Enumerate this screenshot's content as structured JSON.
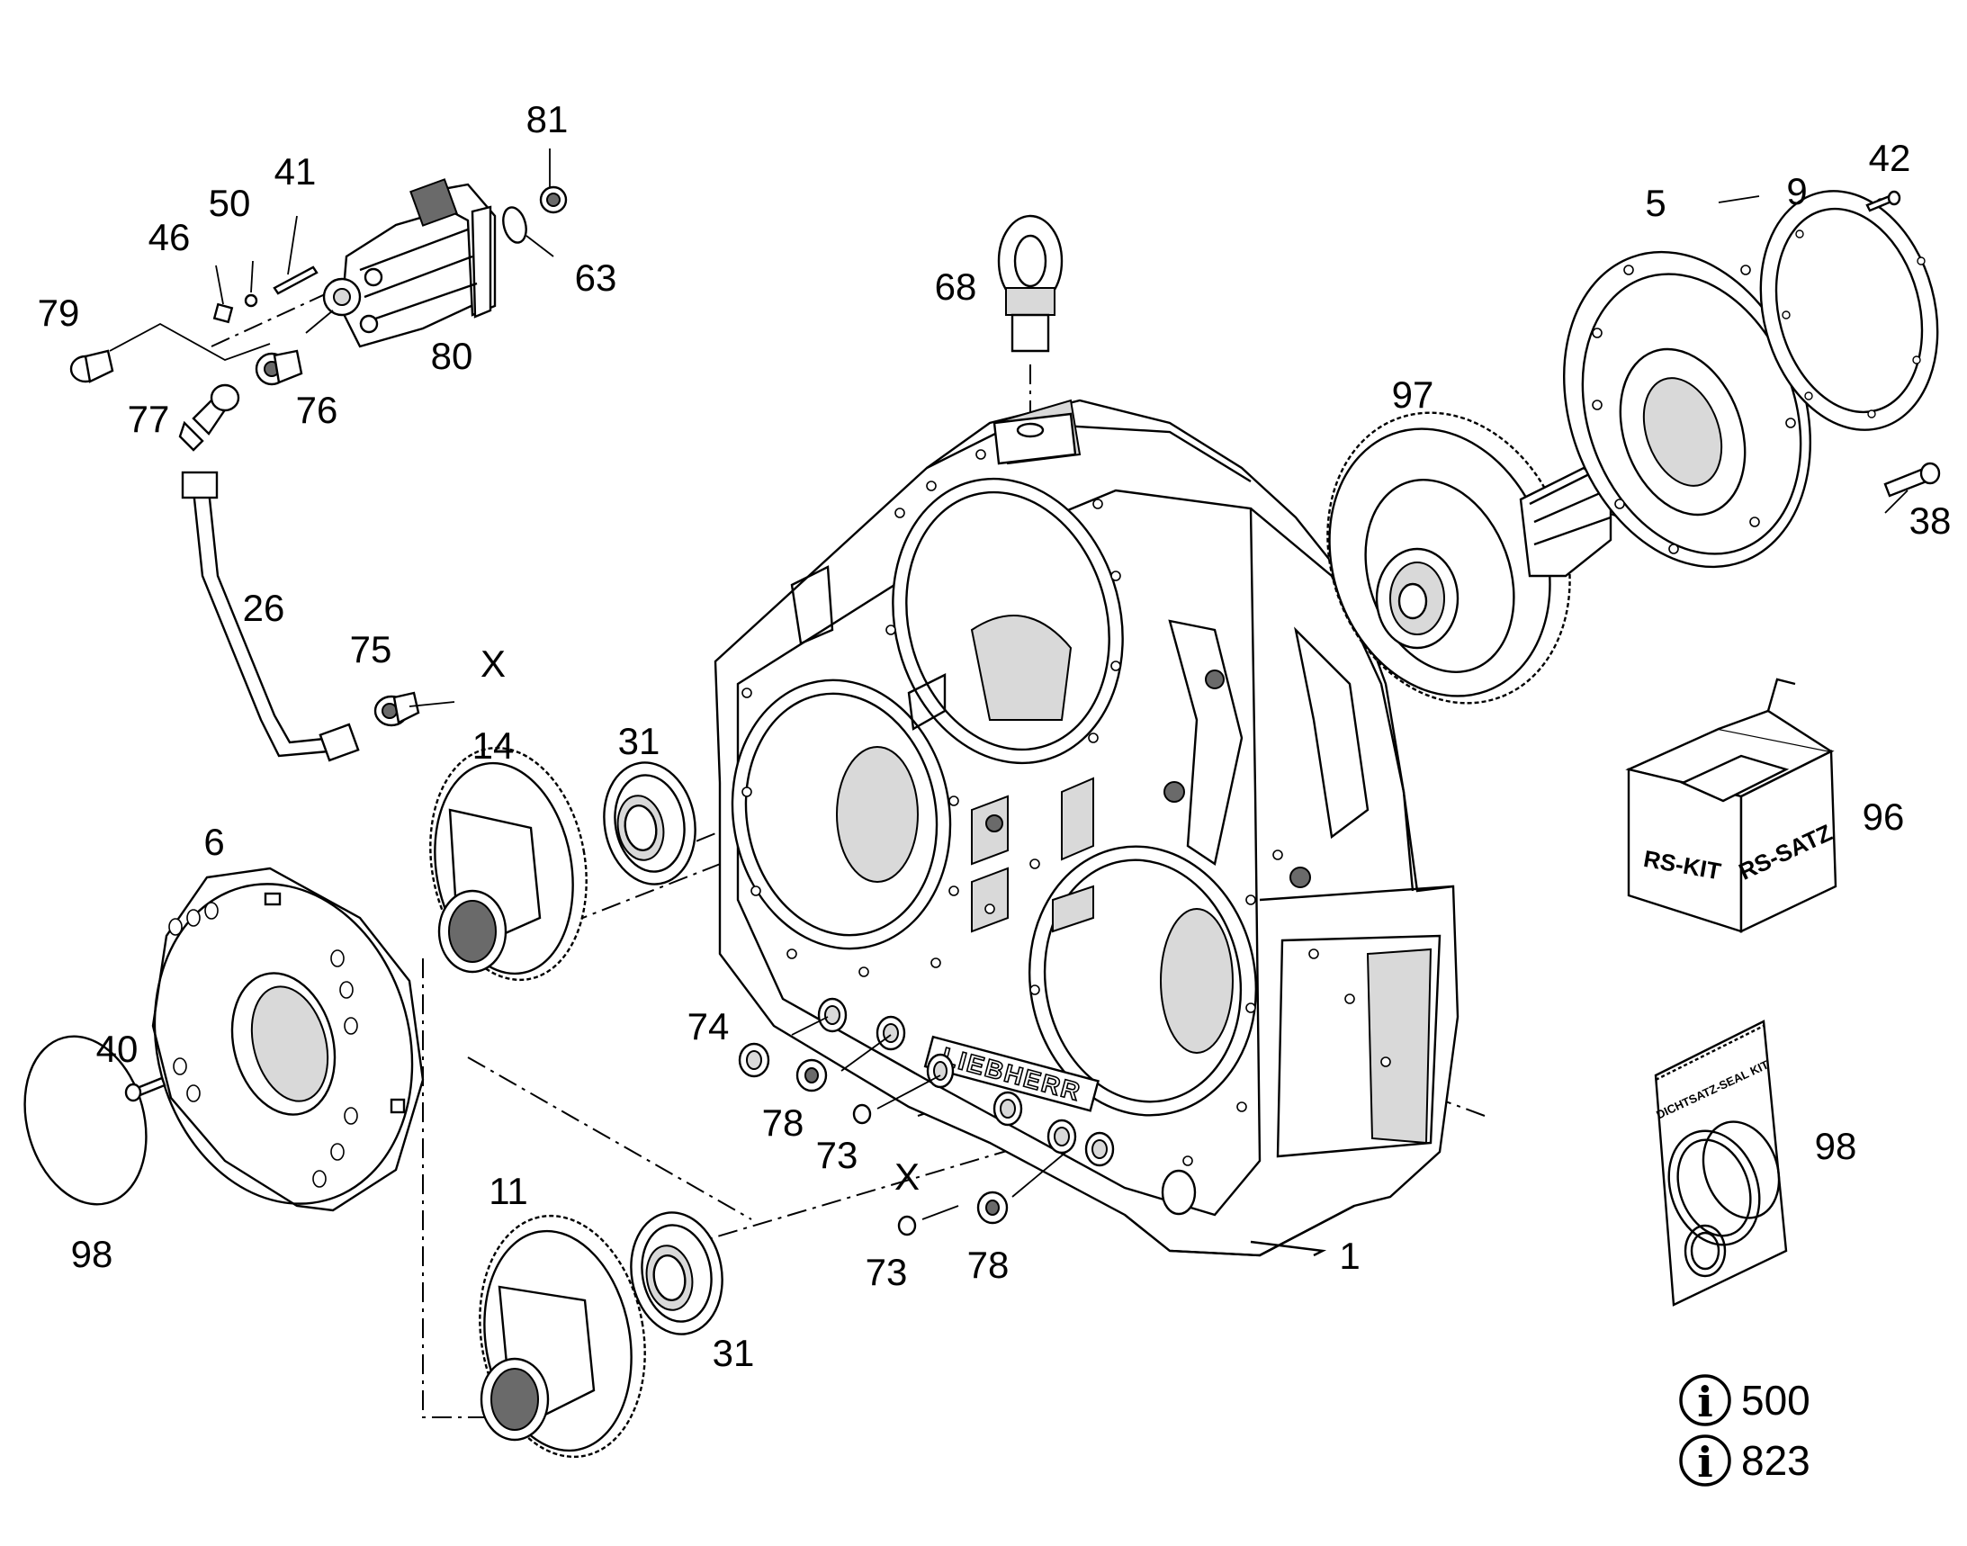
{
  "parts": {
    "p81": "81",
    "p41": "41",
    "p50": "50",
    "p46": "46",
    "p79": "79",
    "p63": "63",
    "p80": "80",
    "p77": "77",
    "p76": "76",
    "p26": "26",
    "p75": "75",
    "x_top": "X",
    "p68": "68",
    "p5": "5",
    "p9": "9",
    "p42": "42",
    "p97": "97",
    "p38": "38",
    "p14": "14",
    "p31_top": "31",
    "p6": "6",
    "p96": "96",
    "p74": "74",
    "p40": "40",
    "p78_upper": "78",
    "p73_upper": "73",
    "x_mid": "X",
    "p11": "11",
    "p98_left": "98",
    "p73_lower": "73",
    "p78_lower": "78",
    "p1": "1",
    "p31_bottom": "31",
    "p98_right": "98"
  },
  "kit_box": {
    "rs_kit": "RS-KIT",
    "rs_satz": "RS-SATZ"
  },
  "seal_kit": {
    "title": "DICHTSATZ-SEAL KIT"
  },
  "housing_brand": "LIEBHERR",
  "info_refs": [
    {
      "icon": "info-icon",
      "number": "500"
    },
    {
      "icon": "info-icon",
      "number": "823"
    }
  ]
}
